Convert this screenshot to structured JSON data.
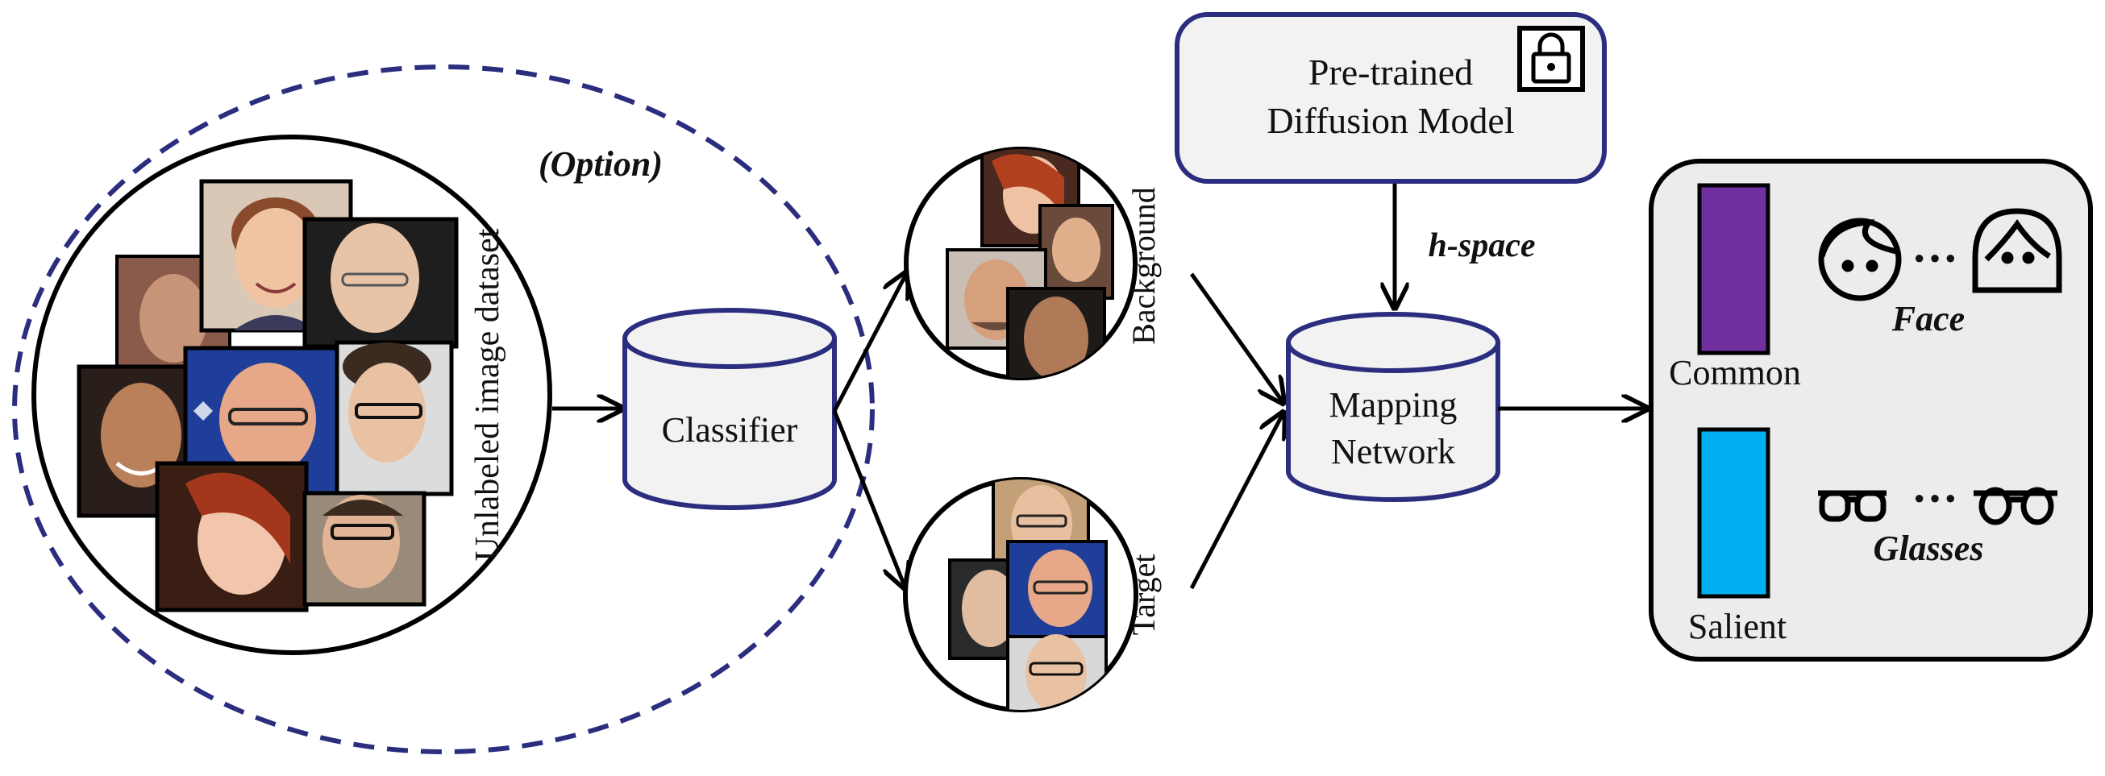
{
  "dataset": {
    "label": "Unlabeled image dataset",
    "option_label": "(Option)"
  },
  "classifier": {
    "label": "Classifier"
  },
  "background_group": {
    "label": "Background"
  },
  "target_group": {
    "label": "Target"
  },
  "pretrained_model": {
    "line1": "Pre-trained",
    "line2": "Diffusion Model",
    "icon": "lock-icon"
  },
  "hspace_label": "h-space",
  "mapping_network": {
    "line1": "Mapping",
    "line2": "Network"
  },
  "output_panel": {
    "common_label": "Common",
    "salient_label": "Salient",
    "face_label": "Face",
    "glasses_label": "Glasses",
    "ellipsis": "···",
    "icons": [
      "face-icon",
      "female-face-icon",
      "glasses-icon"
    ]
  },
  "colors": {
    "accent_navy": "#2b2d7e",
    "common_bar": "#7030a0",
    "salient_bar": "#00b0f0",
    "cylinder_fill": "#f2f2f2",
    "panel_fill": "#ececec"
  }
}
